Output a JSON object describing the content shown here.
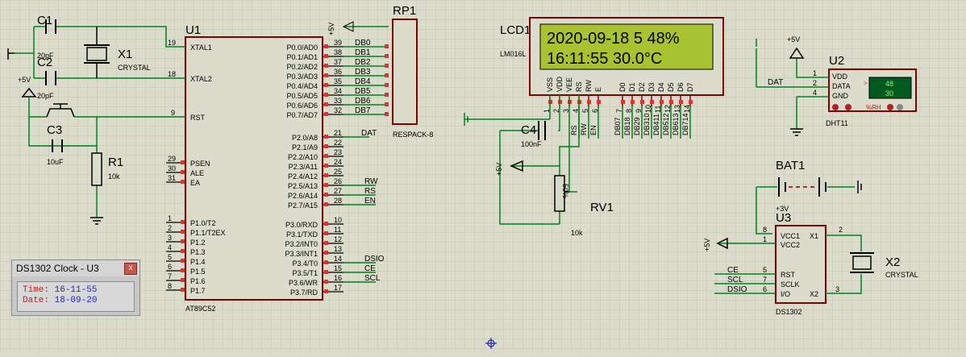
{
  "components": {
    "u1": {
      "ref": "U1",
      "part": "AT89C52",
      "left_pins": [
        {
          "num": "19",
          "name": "XTAL1"
        },
        {
          "num": "18",
          "name": "XTAL2"
        },
        {
          "num": "9",
          "name": "RST"
        },
        {
          "num": "29",
          "name": "PSEN"
        },
        {
          "num": "30",
          "name": "ALE"
        },
        {
          "num": "31",
          "name": "EA"
        },
        {
          "num": "1",
          "name": "P1.0/T2"
        },
        {
          "num": "2",
          "name": "P1.1/T2EX"
        },
        {
          "num": "3",
          "name": "P1.2"
        },
        {
          "num": "4",
          "name": "P1.3"
        },
        {
          "num": "5",
          "name": "P1.4"
        },
        {
          "num": "6",
          "name": "P1.5"
        },
        {
          "num": "7",
          "name": "P1.6"
        },
        {
          "num": "8",
          "name": "P1.7"
        }
      ],
      "right_pins": [
        {
          "num": "39",
          "name": "P0.0/AD0"
        },
        {
          "num": "38",
          "name": "P0.1/AD1"
        },
        {
          "num": "37",
          "name": "P0.2/AD2"
        },
        {
          "num": "36",
          "name": "P0.3/AD3"
        },
        {
          "num": "35",
          "name": "P0.4/AD4"
        },
        {
          "num": "34",
          "name": "P0.5/AD5"
        },
        {
          "num": "33",
          "name": "P0.6/AD6"
        },
        {
          "num": "32",
          "name": "P0.7/AD7"
        },
        {
          "num": "21",
          "name": "P2.0/A8"
        },
        {
          "num": "22",
          "name": "P2.1/A9"
        },
        {
          "num": "23",
          "name": "P2.2/A10"
        },
        {
          "num": "24",
          "name": "P2.3/A11"
        },
        {
          "num": "25",
          "name": "P2.4/A12"
        },
        {
          "num": "26",
          "name": "P2.5/A13"
        },
        {
          "num": "27",
          "name": "P2.6/A14"
        },
        {
          "num": "28",
          "name": "P2.7/A15"
        },
        {
          "num": "10",
          "name": "P3.0/RXD"
        },
        {
          "num": "11",
          "name": "P3.1/TXD"
        },
        {
          "num": "12",
          "name": "P3.2/INT0"
        },
        {
          "num": "13",
          "name": "P3.3/INT1"
        },
        {
          "num": "14",
          "name": "P3.4/T0"
        },
        {
          "num": "15",
          "name": "P3.5/T1"
        },
        {
          "num": "16",
          "name": "P3.6/WR"
        },
        {
          "num": "17",
          "name": "P3.7/RD"
        }
      ]
    },
    "rp1": {
      "ref": "RP1",
      "part": "RESPACK-8",
      "power": "+5V"
    },
    "db_nets": [
      "DB0",
      "DB1",
      "DB2",
      "DB3",
      "DB4",
      "DB5",
      "DB6",
      "DB7"
    ],
    "net_labels": {
      "dat": "DAT",
      "rw": "RW",
      "rs": "RS",
      "en": "EN",
      "dsio": "DSIO",
      "ce": "CE",
      "scl": "SCL"
    },
    "lcd1": {
      "ref": "LCD1",
      "part": "LM016L",
      "line1": "2020-09-18 5 48%",
      "line2": "16:11:55  30.0°C",
      "pins": [
        {
          "num": "1",
          "name": "VSS"
        },
        {
          "num": "2",
          "name": "VDD"
        },
        {
          "num": "3",
          "name": "VEE"
        },
        {
          "num": "4",
          "name": "RS"
        },
        {
          "num": "5",
          "name": "RW"
        },
        {
          "num": "6",
          "name": "E"
        },
        {
          "num": "7",
          "name": "D0"
        },
        {
          "num": "8",
          "name": "D1"
        },
        {
          "num": "9",
          "name": "D2"
        },
        {
          "num": "10",
          "name": "D3"
        },
        {
          "num": "11",
          "name": "D4"
        },
        {
          "num": "12",
          "name": "D5"
        },
        {
          "num": "13",
          "name": "D6"
        },
        {
          "num": "14",
          "name": "D7"
        }
      ],
      "bus_labels": [
        "RS",
        "RW",
        "EN",
        "DB07",
        "DB18",
        "DB29",
        "DB310",
        "DB411",
        "DB512",
        "DB613",
        "DB714"
      ]
    },
    "c1": {
      "ref": "C1",
      "value": "20pF"
    },
    "c2": {
      "ref": "C2",
      "value": "20pF"
    },
    "c3": {
      "ref": "C3",
      "value": "10uF"
    },
    "c4": {
      "ref": "C4",
      "value": "100nF"
    },
    "x1": {
      "ref": "X1",
      "part": "CRYSTAL"
    },
    "x2": {
      "ref": "X2",
      "part": "CRYSTAL"
    },
    "r1": {
      "ref": "R1",
      "value": "10k"
    },
    "rv1": {
      "ref": "RV1",
      "value": "10k",
      "pct": "50%"
    },
    "u2": {
      "ref": "U2",
      "part": "DHT11",
      "pins": [
        {
          "num": "1",
          "name": "VDD"
        },
        {
          "num": "2",
          "name": "DATA"
        },
        {
          "num": "4",
          "name": "GND"
        }
      ],
      "hum": "48",
      "temp": "30",
      "unit": "%RH",
      "power": "+5V"
    },
    "bat1": {
      "ref": "BAT1",
      "value": "+3V"
    },
    "u3": {
      "ref": "U3",
      "part": "DS1302",
      "pins": [
        {
          "num": "8",
          "name": "VCC1"
        },
        {
          "num": "1",
          "name": "VCC2"
        },
        {
          "num": "2",
          "name": "X1"
        },
        {
          "num": "5",
          "name": "RST"
        },
        {
          "num": "7",
          "name": "SCLK"
        },
        {
          "num": "6",
          "name": "I/O"
        },
        {
          "num": "3",
          "name": "X2"
        }
      ],
      "power": "+5V"
    },
    "power": {
      "vcc": "+5V"
    }
  },
  "popup": {
    "title": "DS1302 Clock - U3",
    "close": "x",
    "time_label": "Time:",
    "time": "16-11-55",
    "date_label": "Date:",
    "date": "18-09-20"
  },
  "colors": {
    "wire": "#00801e",
    "body": "#800000",
    "lcd_bg": "#a9c230",
    "text": "#000000",
    "pin_red": "#e03030",
    "pin_blue": "#3030e0"
  }
}
